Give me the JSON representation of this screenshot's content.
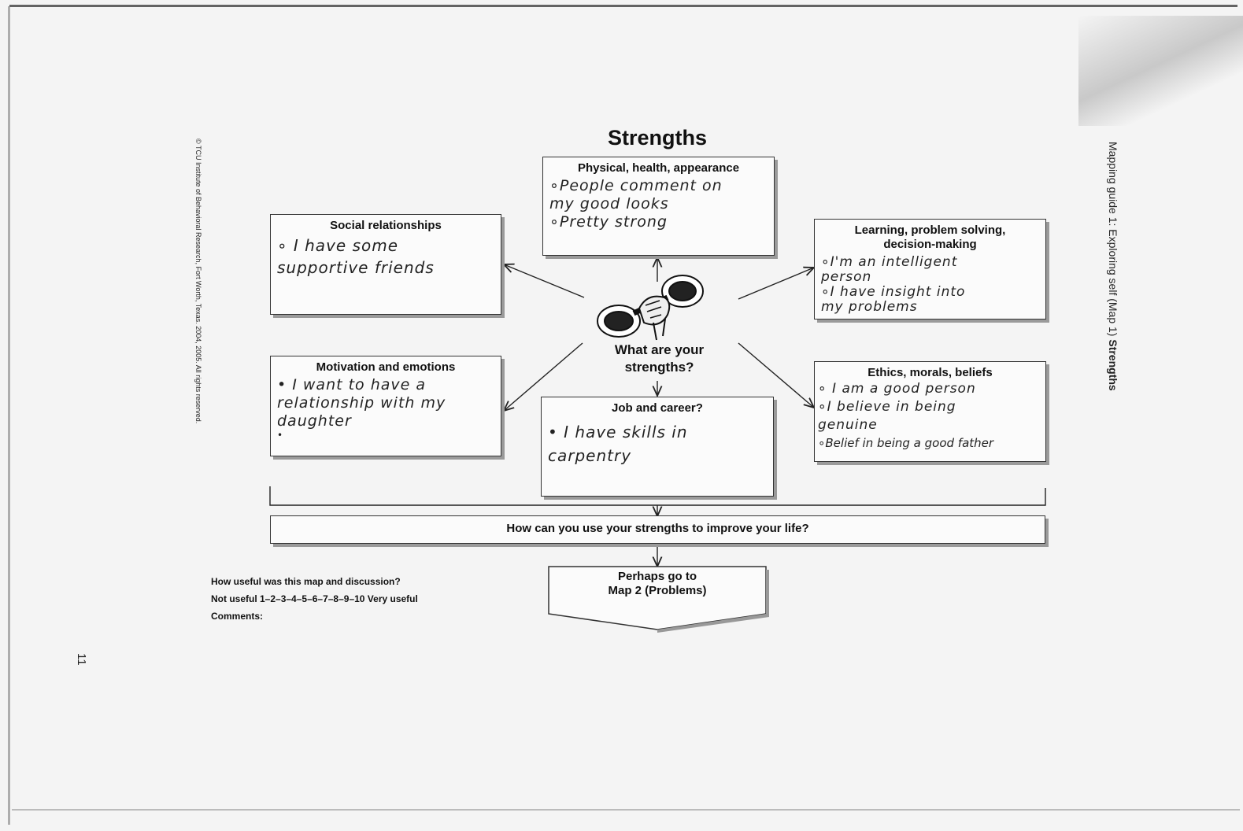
{
  "title": "Strengths",
  "center_question": "What are your strengths?",
  "boxes": {
    "physical": {
      "heading": "Physical, health, appearance",
      "lines": [
        "∘People comment on",
        "my good looks",
        "∘Pretty strong"
      ]
    },
    "social": {
      "heading": "Social relationships",
      "lines": [
        "∘ I have some",
        "supportive friends"
      ]
    },
    "learning": {
      "heading_line1": "Learning, problem solving,",
      "heading_line2": "decision-making",
      "lines": [
        "∘I'm an intelligent",
        "person",
        "∘I have insight into",
        "my problems"
      ]
    },
    "motivation": {
      "heading": "Motivation and emotions",
      "lines": [
        "• I want to have a",
        "relationship with my",
        "daughter",
        "•"
      ]
    },
    "job": {
      "heading": "Job and career?",
      "lines": [
        "• I have skills in",
        "carpentry"
      ]
    },
    "ethics": {
      "heading": "Ethics, morals, beliefs",
      "lines": [
        "∘ I am a good person",
        "∘I believe in being",
        "genuine",
        "∘Belief in being a good father"
      ]
    }
  },
  "improve_question": "How can you use your strengths to improve your life?",
  "next_step": {
    "line1": "Perhaps go to",
    "line2": "Map 2 (Problems)"
  },
  "evaluation": {
    "question": "How useful was this map and discussion?",
    "scale": "Not useful 1–2–3–4–5–6–7–8–9–10 Very useful",
    "comments_label": "Comments:"
  },
  "copyright": "© TCU Institute of Behavioral Research, Fort Worth, Texas. 2004, 2005. All rights reserved.",
  "side_heading_prefix": "Mapping guide 1: Exploring self (Map 1) ",
  "side_heading_bold": "Strengths",
  "page_number": "11"
}
